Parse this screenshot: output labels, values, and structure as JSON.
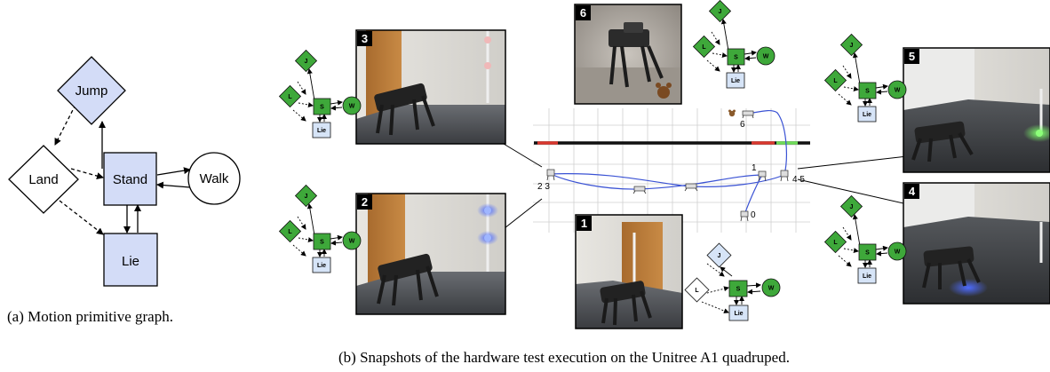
{
  "graph_a": {
    "nodes": {
      "jump": "Jump",
      "land": "Land",
      "stand": "Stand",
      "walk": "Walk",
      "lie": "Lie"
    },
    "caption": "(a)  Motion primitive graph."
  },
  "mini_graph": {
    "jump": "J",
    "land": "L",
    "stand": "S",
    "walk": "W",
    "lie": "Lie"
  },
  "snapshots": [
    "1",
    "2",
    "3",
    "4",
    "5",
    "6"
  ],
  "map": {
    "waypoint_labels": {
      "w0": "0",
      "w1": "1",
      "w23": "2 3",
      "w45": "4 5",
      "w6": "6"
    }
  },
  "caption_b": "(b)  Snapshots of the hardware test execution on the Unitree A1 quadruped.",
  "colors": {
    "graph_fill": "#d3dcf7",
    "mini_green": "#3ea83a",
    "mini_blue": "#d6e4f7",
    "path": "#3a52d4",
    "bar_black": "#111111",
    "bar_red": "#d9382f",
    "bar_green": "#6fdc5a"
  }
}
